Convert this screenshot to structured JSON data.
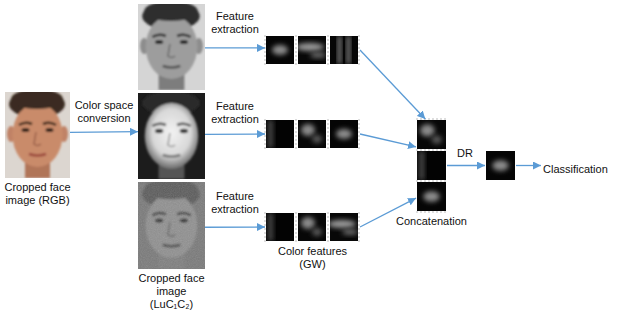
{
  "diagram": {
    "nodes": [
      {
        "text": [
          "Cropped face image (RGB)"
        ]
      },
      {
        "text": []
      },
      {
        "text": []
      },
      {
        "text": [
          "Cropped face image (LuC₁C₂)"
        ]
      },
      {
        "text": []
      },
      {
        "text": []
      },
      {
        "text": [
          "Color features (GW)"
        ]
      },
      {
        "text": [
          "Concatenation"
        ]
      },
      {
        "text": []
      },
      {
        "text": [
          "Classification"
        ]
      }
    ],
    "edges": [
      {
        "from": 0,
        "to": 2,
        "arrow": "to",
        "label": "Color space conversion"
      },
      {
        "from": 1,
        "to": 4,
        "arrow": "to",
        "label": "Feature extraction"
      },
      {
        "from": 2,
        "to": 5,
        "arrow": "to",
        "label": "Feature extraction"
      },
      {
        "from": 3,
        "to": 6,
        "arrow": "to",
        "label": "Feature extraction"
      },
      {
        "from": 4,
        "to": 7,
        "arrow": "to"
      },
      {
        "from": 5,
        "to": 7,
        "arrow": "to"
      },
      {
        "from": 6,
        "to": 7,
        "arrow": "to"
      },
      {
        "from": 7,
        "to": 8,
        "arrow": "to",
        "label": "DR"
      },
      {
        "from": 8,
        "to": 9,
        "arrow": "to"
      }
    ]
  }
}
